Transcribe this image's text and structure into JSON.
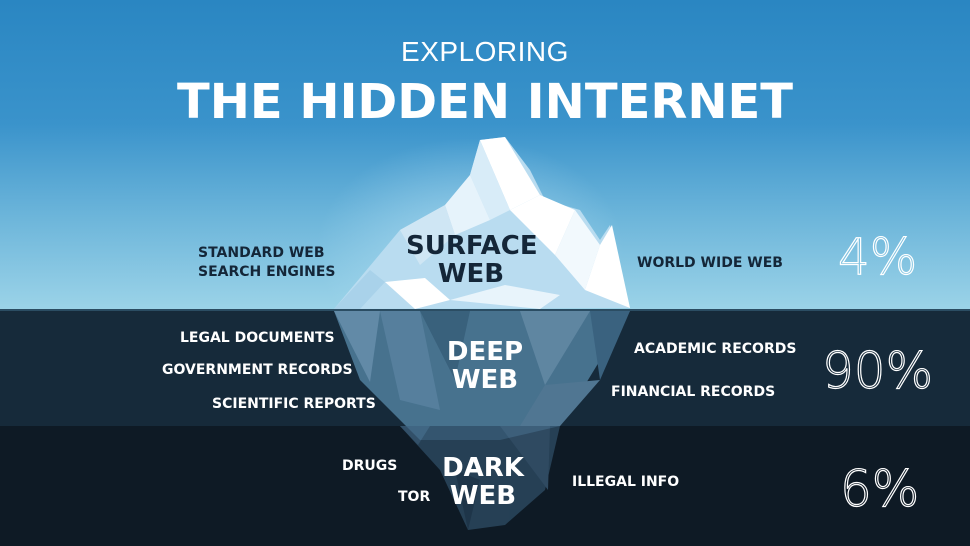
{
  "header": {
    "subtitle": "EXPLORING",
    "title": "THE HIDDEN INTERNET"
  },
  "layers": [
    {
      "name": "SURFACE WEB",
      "line1": "SURFACE",
      "line2": "WEB",
      "percent": "4%",
      "left_items": [
        "STANDARD WEB",
        "SEARCH ENGINES"
      ],
      "right_items": [
        "WORLD WIDE WEB"
      ],
      "color": "#2a86c2"
    },
    {
      "name": "DEEP WEB",
      "line1": "DEEP",
      "line2": "WEB",
      "percent": "90%",
      "left_items": [
        "LEGAL DOCUMENTS",
        "GOVERNMENT RECORDS",
        "SCIENTIFIC REPORTS"
      ],
      "right_items": [
        "ACADEMIC RECORDS",
        "FINANCIAL RECORDS"
      ],
      "color": "#162a3a"
    },
    {
      "name": "DARK WEB",
      "line1": "DARK",
      "line2": "WEB",
      "percent": "6%",
      "left_items": [
        "DRUGS",
        "TOR"
      ],
      "right_items": [
        "ILLEGAL INFO"
      ],
      "color": "#0e1a25"
    }
  ],
  "chart_data": {
    "type": "pie",
    "title": "EXPLORING THE HIDDEN INTERNET",
    "categories": [
      "Surface Web",
      "Deep Web",
      "Dark Web"
    ],
    "values": [
      4,
      90,
      6
    ],
    "unit": "%"
  }
}
